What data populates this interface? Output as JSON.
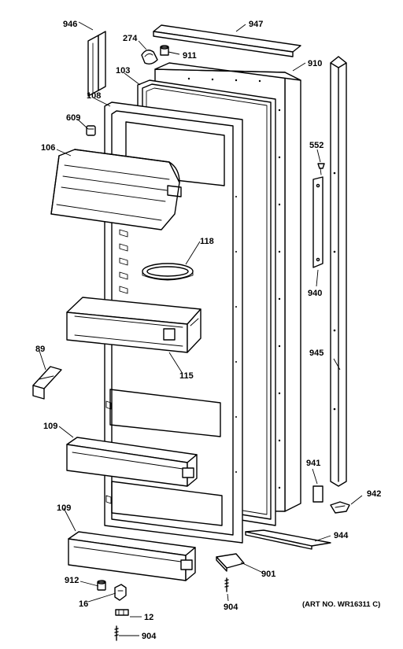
{
  "diagram": {
    "parts": {
      "p946": "946",
      "p947": "947",
      "p274": "274",
      "p911": "911",
      "p910": "910",
      "p103": "103",
      "p108": "108",
      "p609": "609",
      "p106": "106",
      "p552": "552",
      "p118": "118",
      "p940": "940",
      "p945": "945",
      "p115": "115",
      "p89": "89",
      "p109a": "109",
      "p941": "941",
      "p942": "942",
      "p109b": "109",
      "p944": "944",
      "p901": "901",
      "p912": "912",
      "p16": "16",
      "p12": "12",
      "p904a": "904",
      "p904b": "904"
    },
    "art_number": "(ART NO. WR16311 C)"
  }
}
